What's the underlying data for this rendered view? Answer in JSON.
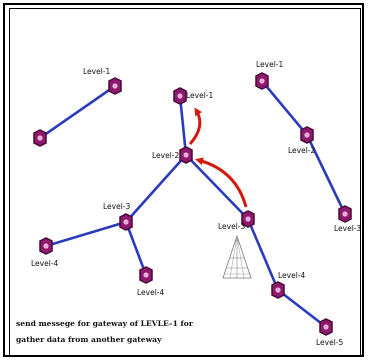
{
  "diagram": {
    "labels": {
      "topleft_level1": "Level-1",
      "center_level1": "Level-1",
      "center_level2": "Level-2",
      "right_level1": "Level-1",
      "right_level2": "Level-2",
      "right_level3": "Level-3",
      "left_level3": "Level-3",
      "left_level4": "Level-4",
      "bottom_level4": "Level-4",
      "mid_level3": "Level-3",
      "mid_level4": "Level-4",
      "bottom_level5": "Level-5"
    },
    "caption_line1": "send messege for gateway of LEVLE–1 for",
    "caption_line2": "gather data from another gateway",
    "colors": {
      "node_fill": "#8e1a6e",
      "node_stroke": "#4a0a38",
      "edge": "#2b3bbd",
      "arrow": "#d31a10"
    },
    "icons": [
      "gateway-node-icon",
      "pyramid-icon"
    ]
  }
}
